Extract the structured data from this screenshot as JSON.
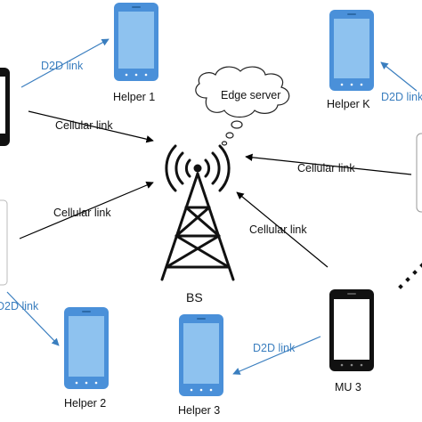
{
  "colors": {
    "phone_blue": "#4a90d9",
    "phone_blue_screen": "#8ec2ef",
    "phone_black": "#111111",
    "phone_black_screen": "#ffffff",
    "d2d_link": "#3a7ebf",
    "cellular_link": "#000000"
  },
  "nodes": {
    "helper1": "Helper 1",
    "helperK": "Helper K",
    "helper2": "Helper 2",
    "helper3": "Helper 3",
    "mu3": "MU 3",
    "bs": "BS",
    "edge_server": "Edge server"
  },
  "links": {
    "d2d": "D2D link",
    "cellular": "Cellular link"
  },
  "icons": {
    "bs_tower": "antenna-tower-icon",
    "cloud": "cloud-icon",
    "phone": "smartphone-icon"
  }
}
